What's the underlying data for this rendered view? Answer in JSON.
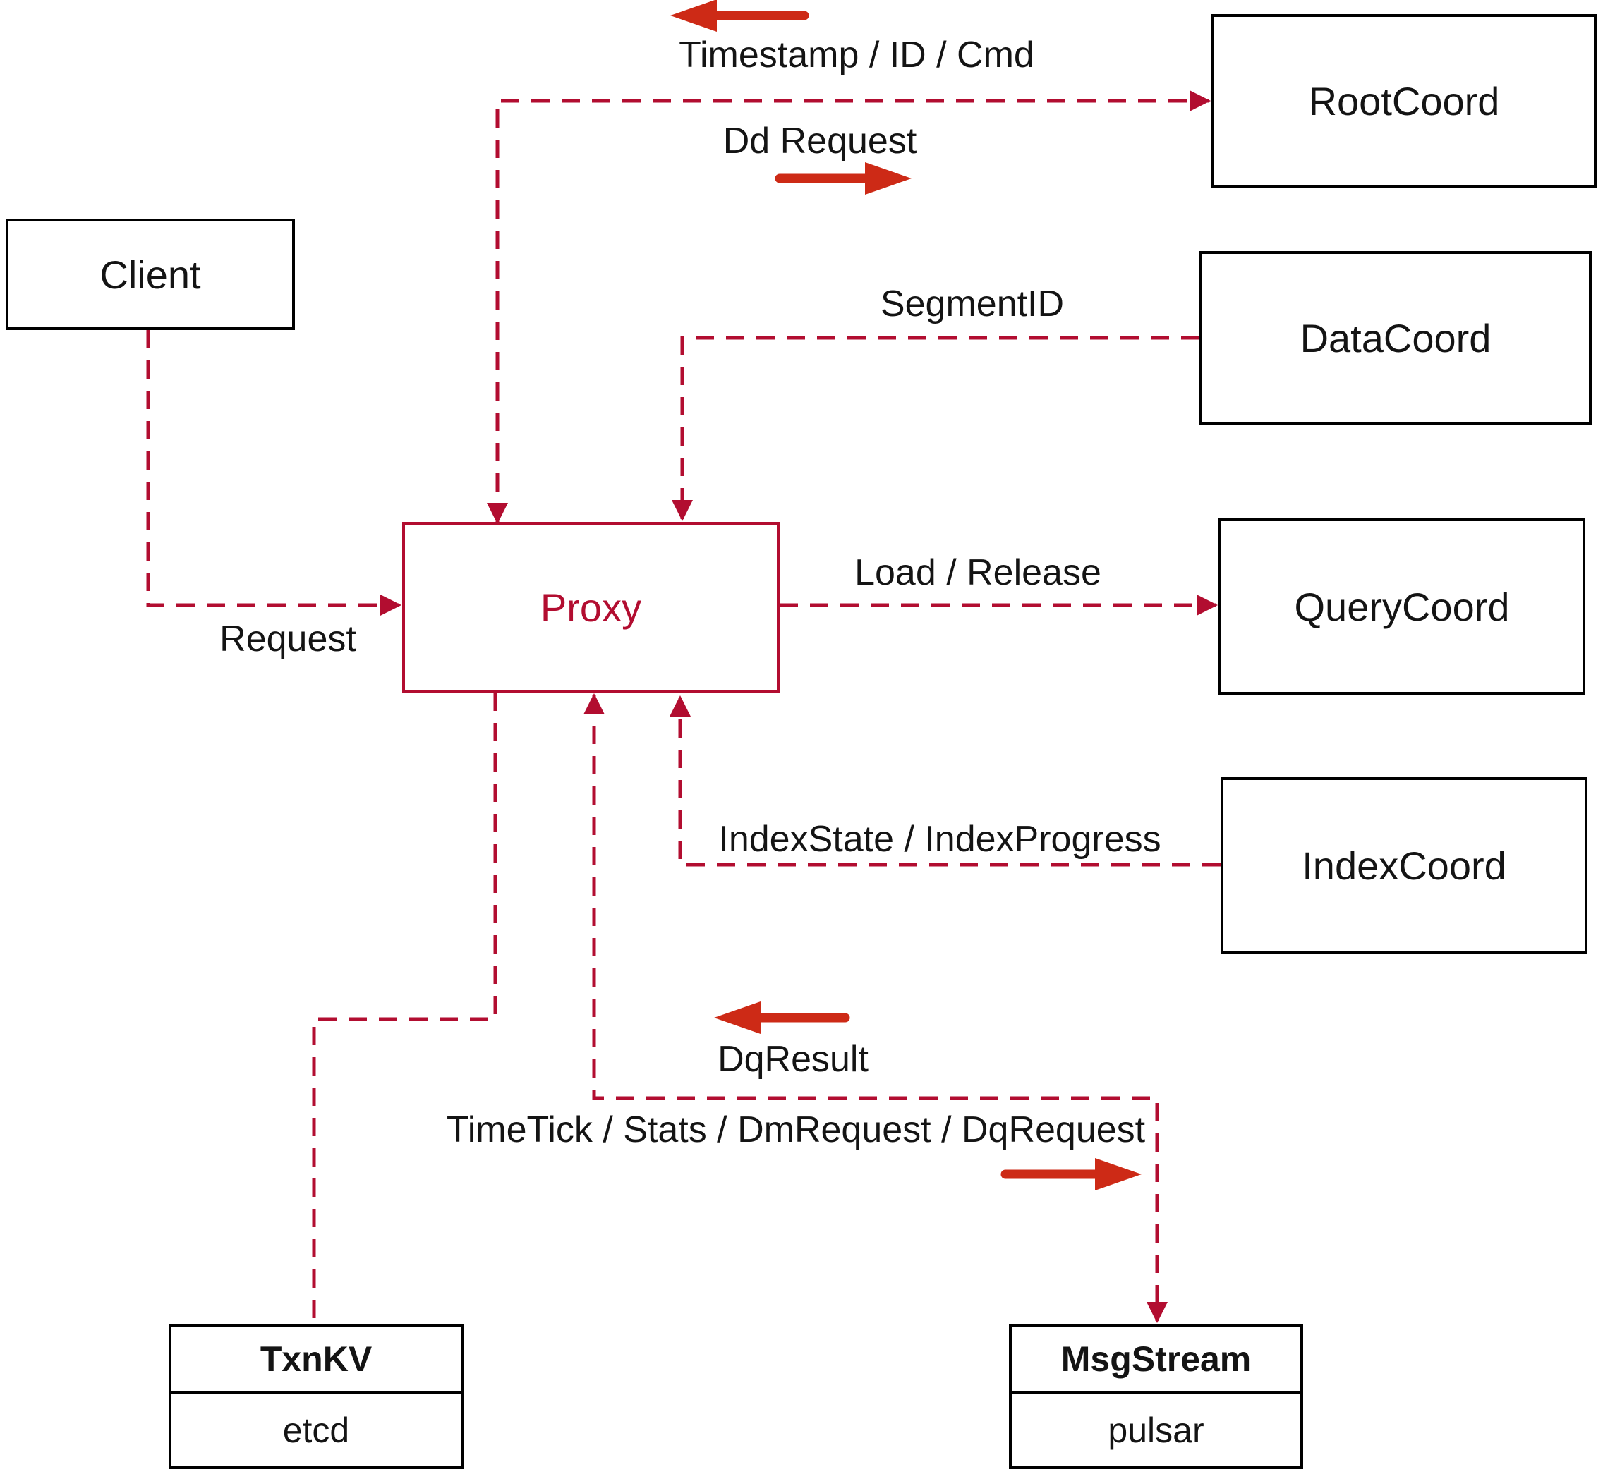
{
  "diagram": {
    "nodes": {
      "client": {
        "label": "Client"
      },
      "root_coord": {
        "label": "RootCoord"
      },
      "data_coord": {
        "label": "DataCoord"
      },
      "query_coord": {
        "label": "QueryCoord"
      },
      "index_coord": {
        "label": "IndexCoord"
      },
      "proxy": {
        "label": "Proxy"
      },
      "txn_kv": {
        "title": "TxnKV",
        "subtitle": "etcd"
      },
      "msg_stream": {
        "title": "MsgStream",
        "subtitle": "pulsar"
      }
    },
    "edge_labels": {
      "timestamp_id_cmd": "Timestamp / ID / Cmd",
      "dd_request": "Dd Request",
      "segment_id": "SegmentID",
      "load_release": "Load / Release",
      "index_state_progress": "IndexState / IndexProgress",
      "request": "Request",
      "dq_result": "DqResult",
      "timetick_stats": "TimeTick / Stats / DmRequest / DqRequest"
    },
    "colors": {
      "dashed_line": "#b20d30",
      "solid_arrow": "#cd2a16",
      "proxy_accent": "#b20d30",
      "node_border": "#000000",
      "text": "#141414"
    }
  }
}
